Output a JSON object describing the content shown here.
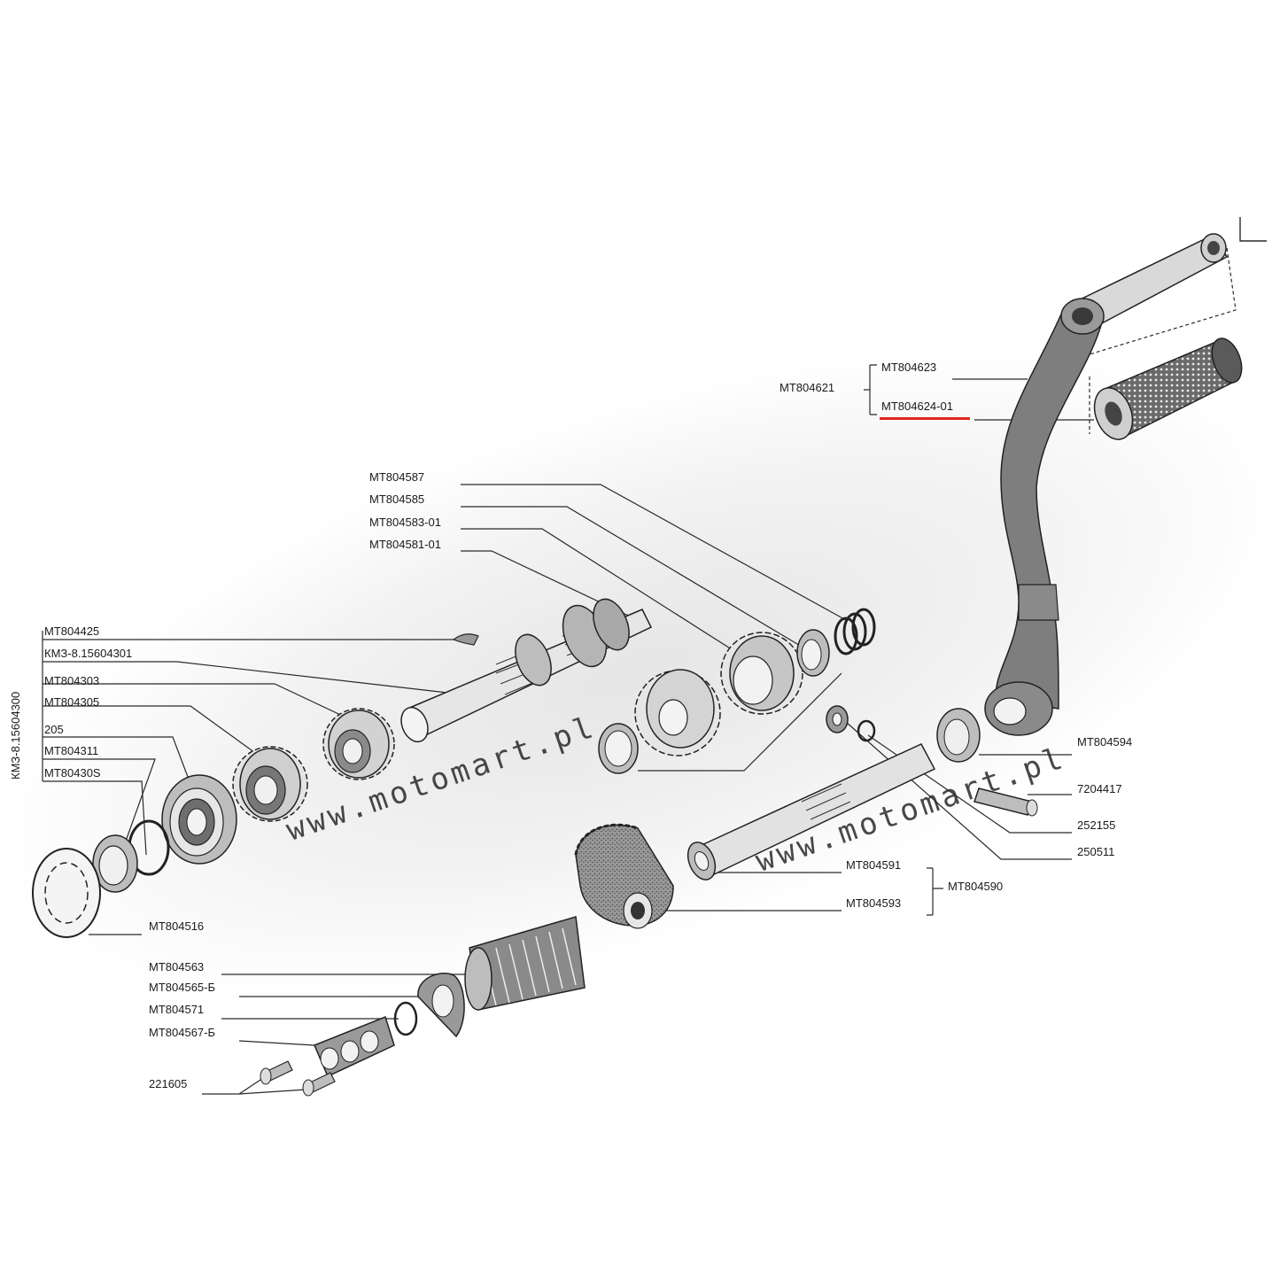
{
  "watermarks": [
    "www.motomart.pl",
    "www.motomart.pl"
  ],
  "highlight_color": "#e0261c",
  "labels": {
    "mt804623": "MT804623",
    "mt804621": "MT804621",
    "mt804624_01": "MT804624-01",
    "mt804587": "MT804587",
    "mt804585": "MT804585",
    "mt804583_01": "MT804583-01",
    "mt804581_01": "MT804581-01",
    "mt804425": "MT804425",
    "kmz_shaft": "КМЗ-8.15604301",
    "kmz_group": "КМЗ-8.15604300",
    "mt804303": "MT804303",
    "mt804305": "MT804305",
    "p205": "205",
    "mt804311": "MT804311",
    "mt80430s": "MT80430S",
    "mt804516": "MT804516",
    "mt804594": "MT804594",
    "p7204417": "7204417",
    "p252155": "252155",
    "p250511": "250511",
    "mt804591": "MT804591",
    "mt804590": "MT804590",
    "mt804593": "MT804593",
    "mt804563": "MT804563",
    "mt804565b": "MT804565-Б",
    "mt804571": "MT804571",
    "mt804567b": "MT804567-Б",
    "p221605": "221605"
  }
}
